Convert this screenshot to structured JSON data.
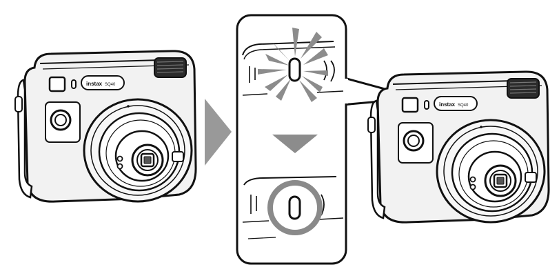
{
  "left_camera": {
    "brand": "instax",
    "model": "SQ40"
  },
  "right_camera": {
    "brand": "instax",
    "model": "SQ40"
  },
  "callout": {
    "top_state": "blinking",
    "bottom_state": "steady",
    "highlight_color": "#8a8a8a"
  },
  "arrow_color": "#999999"
}
